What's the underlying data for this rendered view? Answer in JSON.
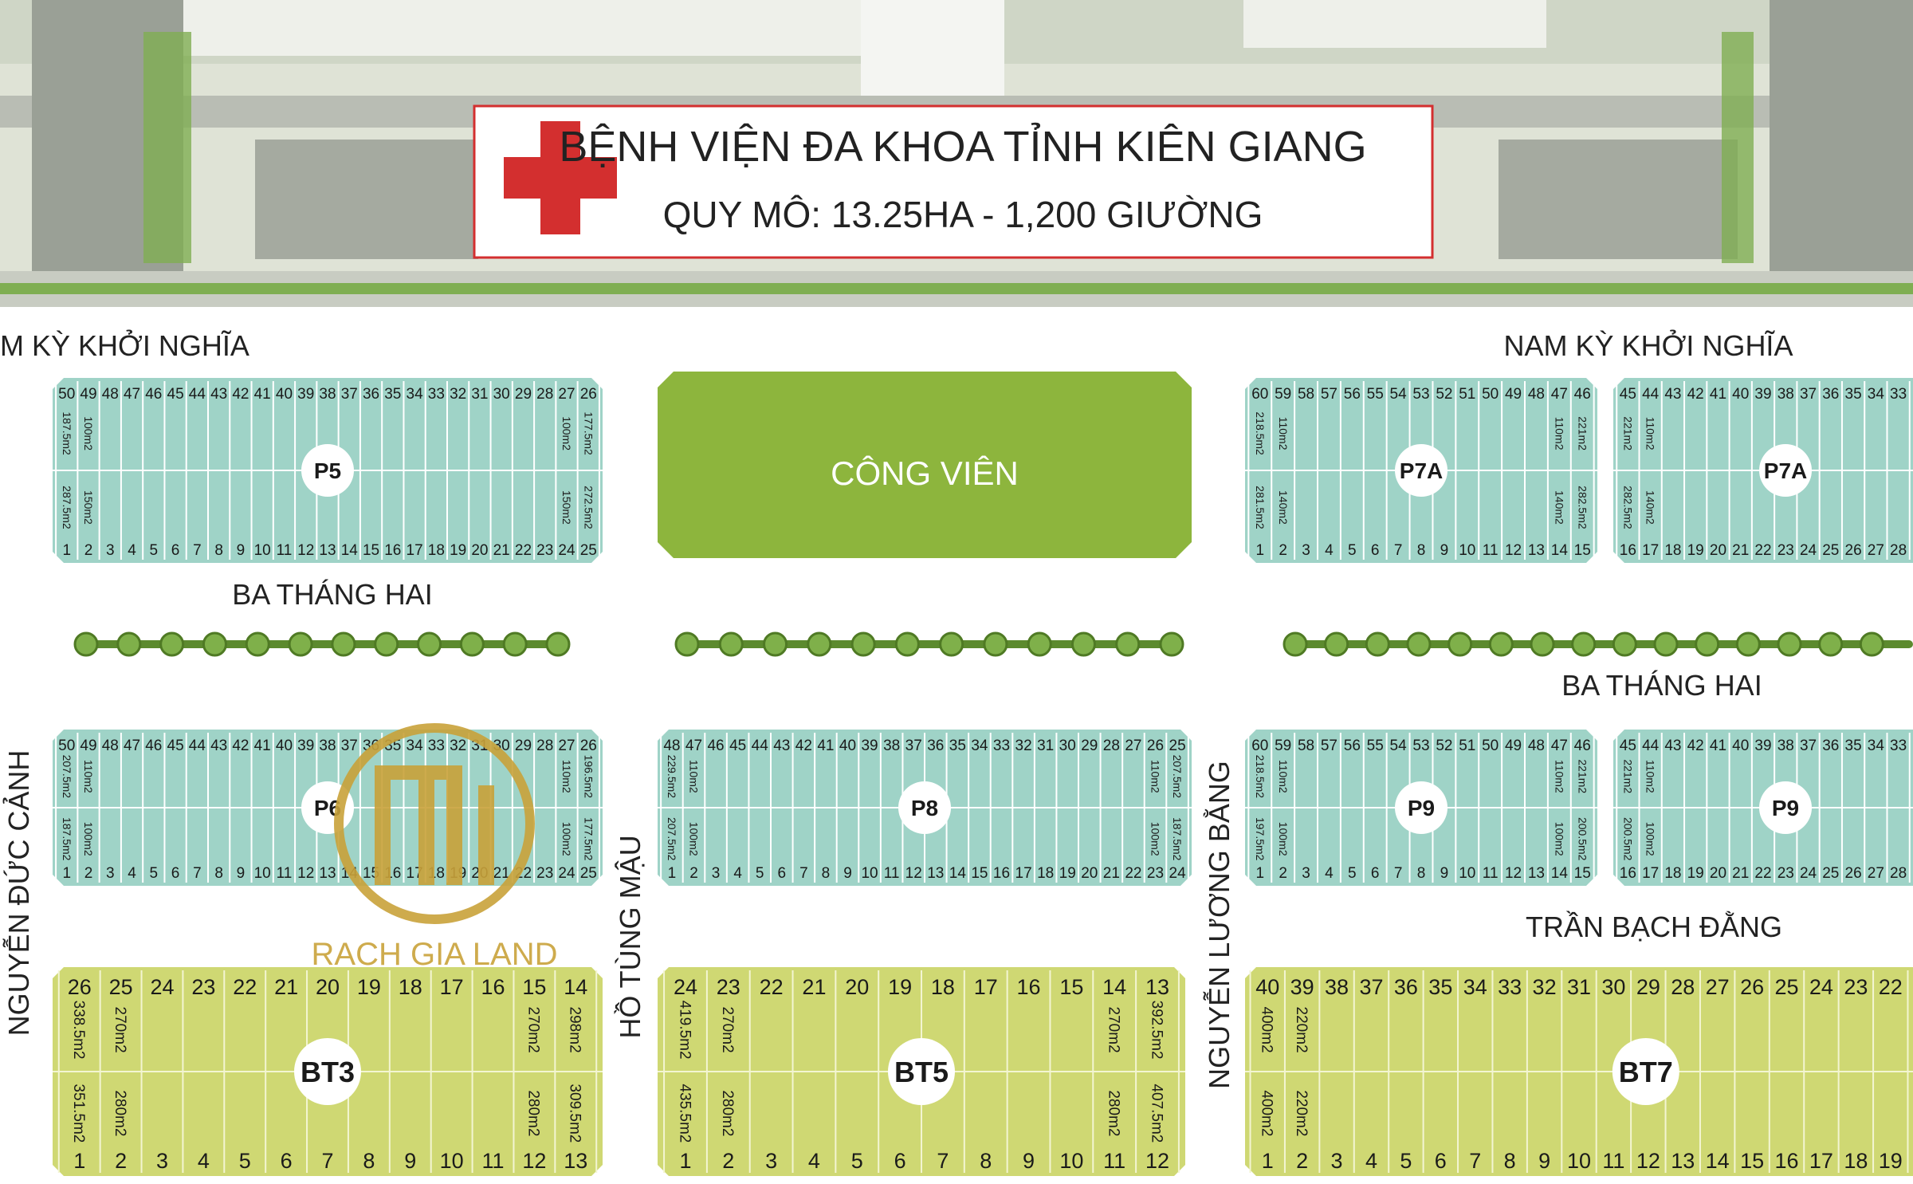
{
  "hospital": {
    "title": "BỆNH VIỆN ĐA KHOA TỈNH KIÊN GIANG",
    "scale": "QUY MÔ: 13.25HA - 1,200 GIƯỜNG"
  },
  "park": {
    "label": "CÔNG VIÊN"
  },
  "brand": {
    "name": "RACH GIA LAND"
  },
  "colors": {
    "teal_block": "#9fd3c7",
    "olive_block": "#cfd873",
    "park_green": "#8db53d",
    "hospital_red": "#d32f2f",
    "tree_row": "#5c8a2e"
  },
  "streets": {
    "nam_ky_left": "M KỲ KHỞI NGHĨA",
    "nam_ky_right": "NAM KỲ KHỞI NGHĨA",
    "ba_thang_hai_top": "BA THÁNG HAI",
    "ba_thang_hai_right": "BA THÁNG HAI",
    "tran_bach_dang": "TRẦN BẠCH ĐẰNG",
    "nguyen_duc_canh": "NGUYỄN ĐỨC CẢNH",
    "ho_tung_mau": "HỒ TÙNG MẬU",
    "nguyen_luong_bang": "NGUYỄN LƯƠNG BẰNG"
  },
  "blocks": [
    {
      "name": "P5",
      "kind": "teal",
      "top_numbers": [
        "50",
        "49",
        "48",
        "47",
        "46",
        "45",
        "44",
        "43",
        "42",
        "41",
        "40",
        "39",
        "38",
        "37",
        "36",
        "35",
        "34",
        "33",
        "32",
        "31",
        "30",
        "29",
        "28",
        "27",
        "26"
      ],
      "bottom_numbers": [
        "1",
        "2",
        "3",
        "4",
        "5",
        "6",
        "7",
        "8",
        "9",
        "10",
        "11",
        "12",
        "13",
        "14",
        "15",
        "16",
        "17",
        "18",
        "19",
        "20",
        "21",
        "22",
        "23",
        "24",
        "25"
      ],
      "left_areas": [
        "187.5m2",
        "287.5m2"
      ],
      "left_inner": [
        "100m2",
        "150m2"
      ],
      "right_areas": [
        "177.5m2",
        "272.5m2"
      ],
      "right_inner": [
        "100m2",
        "150m2"
      ]
    },
    {
      "name": "P7A",
      "kind": "teal",
      "top_numbers": [
        "60",
        "59",
        "58",
        "57",
        "56",
        "55",
        "54",
        "53",
        "52",
        "51",
        "50",
        "49",
        "48",
        "47",
        "46"
      ],
      "bottom_numbers": [
        "1",
        "2",
        "3",
        "4",
        "5",
        "6",
        "7",
        "8",
        "9",
        "10",
        "11",
        "12",
        "13",
        "14",
        "15"
      ],
      "left_areas": [
        "218.5m2",
        "281.5m2"
      ],
      "left_inner": [
        "110m2",
        "140m2"
      ],
      "right_areas": [
        "221m2",
        "282.5m2"
      ],
      "right_inner": [
        "110m2",
        "140m2"
      ]
    },
    {
      "name": "P7A",
      "kind": "teal",
      "top_numbers": [
        "45",
        "44",
        "43",
        "42",
        "41",
        "40",
        "39",
        "38",
        "37",
        "36",
        "35",
        "34",
        "33"
      ],
      "bottom_numbers": [
        "16",
        "17",
        "18",
        "19",
        "20",
        "21",
        "22",
        "23",
        "24",
        "25",
        "26",
        "27",
        "28"
      ],
      "left_areas": [
        "221m2",
        "282.5m2"
      ],
      "left_inner": [
        "110m2",
        "140m2"
      ],
      "right_areas": [],
      "right_inner": []
    },
    {
      "name": "P6",
      "kind": "teal",
      "top_numbers": [
        "50",
        "49",
        "48",
        "47",
        "46",
        "45",
        "44",
        "43",
        "42",
        "41",
        "40",
        "39",
        "38",
        "37",
        "36",
        "35",
        "34",
        "33",
        "32",
        "31",
        "30",
        "29",
        "28",
        "27",
        "26"
      ],
      "bottom_numbers": [
        "1",
        "2",
        "3",
        "4",
        "5",
        "6",
        "7",
        "8",
        "9",
        "10",
        "11",
        "12",
        "13",
        "14",
        "15",
        "16",
        "17",
        "18",
        "19",
        "20",
        "21",
        "22",
        "23",
        "24",
        "25"
      ],
      "left_areas": [
        "207.5m2",
        "187.5m2"
      ],
      "left_inner": [
        "110m2",
        "100m2"
      ],
      "right_areas": [
        "196.5m2",
        "177.5m2"
      ],
      "right_inner": [
        "110m2",
        "100m2"
      ]
    },
    {
      "name": "P8",
      "kind": "teal",
      "top_numbers": [
        "48",
        "47",
        "46",
        "45",
        "44",
        "43",
        "42",
        "41",
        "40",
        "39",
        "38",
        "37",
        "36",
        "35",
        "34",
        "33",
        "32",
        "31",
        "30",
        "29",
        "28",
        "27",
        "26",
        "25"
      ],
      "bottom_numbers": [
        "1",
        "2",
        "3",
        "4",
        "5",
        "6",
        "7",
        "8",
        "9",
        "10",
        "11",
        "12",
        "13",
        "14",
        "15",
        "16",
        "17",
        "18",
        "19",
        "20",
        "21",
        "22",
        "23",
        "24"
      ],
      "left_areas": [
        "229.5m2",
        "207.5m2"
      ],
      "left_inner": [
        "110m2",
        "100m2"
      ],
      "right_areas": [
        "207.5m2",
        "187.5m2"
      ],
      "right_inner": [
        "110m2",
        "100m2"
      ]
    },
    {
      "name": "P9",
      "kind": "teal",
      "top_numbers": [
        "60",
        "59",
        "58",
        "57",
        "56",
        "55",
        "54",
        "53",
        "52",
        "51",
        "50",
        "49",
        "48",
        "47",
        "46"
      ],
      "bottom_numbers": [
        "1",
        "2",
        "3",
        "4",
        "5",
        "6",
        "7",
        "8",
        "9",
        "10",
        "11",
        "12",
        "13",
        "14",
        "15"
      ],
      "left_areas": [
        "218.5m2",
        "197.5m2"
      ],
      "left_inner": [
        "110m2",
        "100m2"
      ],
      "right_areas": [
        "221m2",
        "200.5m2"
      ],
      "right_inner": [
        "110m2",
        "100m2"
      ]
    },
    {
      "name": "P9",
      "kind": "teal",
      "top_numbers": [
        "45",
        "44",
        "43",
        "42",
        "41",
        "40",
        "39",
        "38",
        "37",
        "36",
        "35",
        "34",
        "33"
      ],
      "bottom_numbers": [
        "16",
        "17",
        "18",
        "19",
        "20",
        "21",
        "22",
        "23",
        "24",
        "25",
        "26",
        "27",
        "28"
      ],
      "left_areas": [
        "221m2",
        "200.5m2"
      ],
      "left_inner": [
        "110m2",
        "100m2"
      ],
      "right_areas": [],
      "right_inner": []
    },
    {
      "name": "BT3",
      "kind": "olive",
      "top_numbers": [
        "26",
        "25",
        "24",
        "23",
        "22",
        "21",
        "20",
        "19",
        "18",
        "17",
        "16",
        "15",
        "14"
      ],
      "bottom_numbers": [
        "1",
        "2",
        "3",
        "4",
        "5",
        "6",
        "7",
        "8",
        "9",
        "10",
        "11",
        "12",
        "13"
      ],
      "left_areas": [
        "338.5m2",
        "351.5m2"
      ],
      "left_inner": [
        "270m2",
        "280m2"
      ],
      "right_areas": [
        "298m2",
        "309.5m2"
      ],
      "right_inner": [
        "270m2",
        "280m2"
      ]
    },
    {
      "name": "BT5",
      "kind": "olive",
      "top_numbers": [
        "24",
        "23",
        "22",
        "21",
        "20",
        "19",
        "18",
        "17",
        "16",
        "15",
        "14",
        "13"
      ],
      "bottom_numbers": [
        "1",
        "2",
        "3",
        "4",
        "5",
        "6",
        "7",
        "8",
        "9",
        "10",
        "11",
        "12"
      ],
      "left_areas": [
        "419.5m2",
        "435.5m2"
      ],
      "left_inner": [
        "270m2",
        "280m2"
      ],
      "right_areas": [
        "392.5m2",
        "407.5m2"
      ],
      "right_inner": [
        "270m2",
        "280m2"
      ]
    },
    {
      "name": "BT7",
      "kind": "olive",
      "top_numbers": [
        "40",
        "39",
        "38",
        "37",
        "36",
        "35",
        "34",
        "33",
        "32",
        "31",
        "30",
        "29",
        "28",
        "27",
        "26",
        "25",
        "24",
        "23",
        "22"
      ],
      "bottom_numbers": [
        "1",
        "2",
        "3",
        "4",
        "5",
        "6",
        "7",
        "8",
        "9",
        "10",
        "11",
        "12",
        "13",
        "14",
        "15",
        "16",
        "17",
        "18",
        "19"
      ],
      "left_areas": [
        "400m2",
        "400m2"
      ],
      "left_inner": [
        "220m2",
        "220m2"
      ],
      "right_areas": [],
      "right_inner": []
    }
  ]
}
